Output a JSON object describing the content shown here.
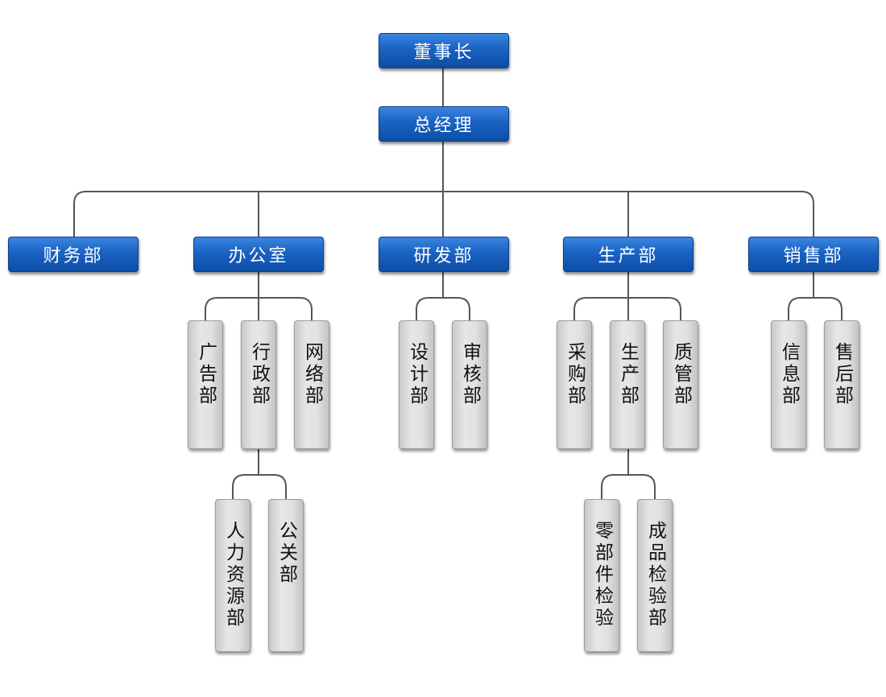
{
  "chart": {
    "chairman": "董事长",
    "general_manager": "总经理",
    "departments": {
      "finance": "财务部",
      "office": "办公室",
      "rnd": "研发部",
      "production": "生产部",
      "sales": "销售部"
    },
    "office_subs": {
      "advertising": "广告部",
      "administration": "行政部",
      "network": "网络部"
    },
    "admin_subs": {
      "hr": "人力资源部",
      "pr": "公关部"
    },
    "rnd_subs": {
      "design": "设计部",
      "review": "审核部"
    },
    "production_subs": {
      "procurement": "采购部",
      "manufacturing": "生产部",
      "quality": "质管部"
    },
    "manufacturing_subs": {
      "parts_inspection": "零部件检验",
      "product_inspection": "成品检验部"
    },
    "sales_subs": {
      "information": "信息部",
      "after_sales": "售后部"
    }
  }
}
